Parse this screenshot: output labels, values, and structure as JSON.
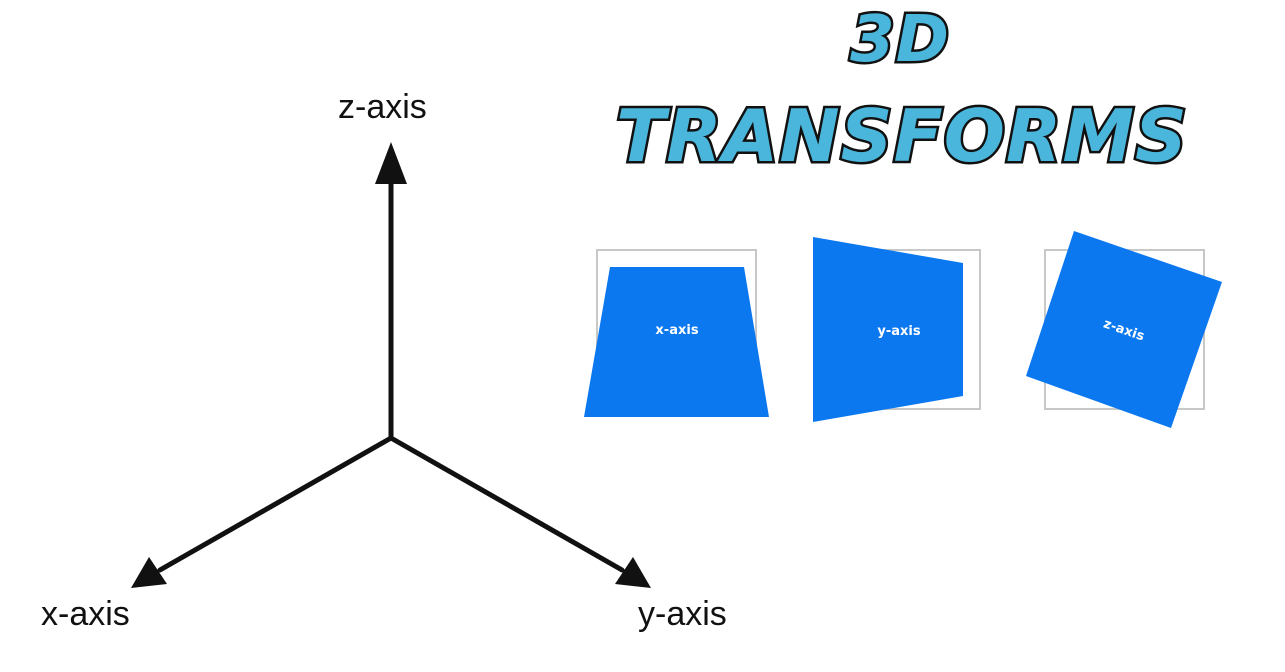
{
  "title": {
    "line1": "3D",
    "line2": "TRANSFORMS"
  },
  "axes": {
    "z_label": "z-axis",
    "x_label": "x-axis",
    "y_label": "y-axis"
  },
  "demos": [
    {
      "label": "x-axis"
    },
    {
      "label": "y-axis"
    },
    {
      "label": "z-axis"
    }
  ],
  "colors": {
    "title_fill": "#4bb6dc",
    "title_outline": "#111111",
    "demo_fill": "#0b78f0",
    "outline_box": "#c8c8c8",
    "axis_line": "#111111"
  }
}
